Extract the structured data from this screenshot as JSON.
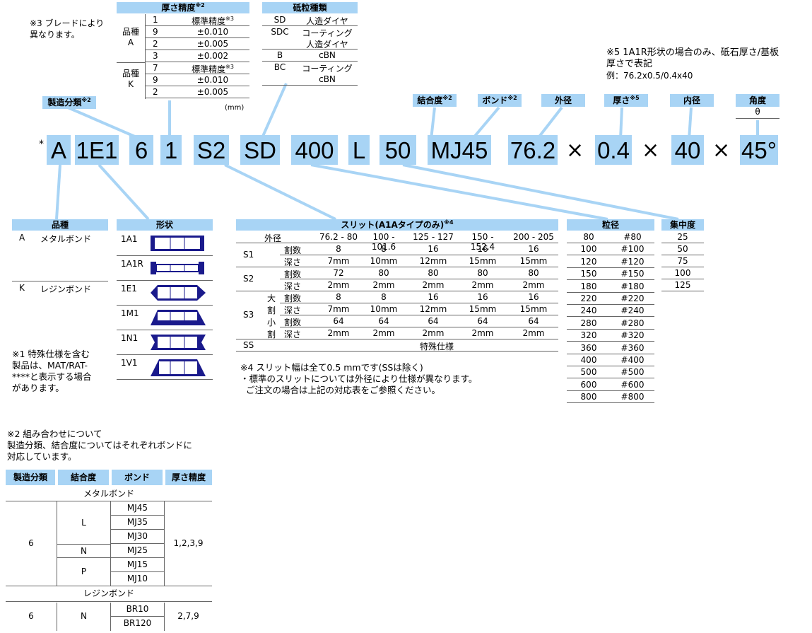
{
  "note3": [
    "※3 ブレードにより",
    "異なります。"
  ],
  "thickness": {
    "header": "厚さ精度",
    "header_sup": "※2",
    "groupA": [
      "品種",
      "A"
    ],
    "groupK": [
      "品種",
      "K"
    ],
    "rowsA": [
      [
        "1",
        "標準精度"
      ],
      [
        "9",
        "±0.010"
      ],
      [
        "2",
        "±0.005"
      ],
      [
        "3",
        "±0.002"
      ]
    ],
    "rowsK": [
      [
        "7",
        "標準精度"
      ],
      [
        "9",
        "±0.010"
      ],
      [
        "2",
        "±0.005"
      ]
    ],
    "std_sup": "※3",
    "unit": "(mm)"
  },
  "abrasive": {
    "header": "砥粒種類",
    "rows": [
      [
        "SD",
        "人造ダイヤ"
      ],
      [
        "SDC",
        "コーティング"
      ],
      [
        "",
        "人造ダイヤ"
      ],
      [
        "B",
        "cBN"
      ],
      [
        "BC",
        "コーティング"
      ],
      [
        "",
        "cBN"
      ]
    ]
  },
  "note5": [
    "※5 1A1R形状の場合のみ、砥石厚さ/基板",
    "厚さで表記",
    "例：76.2x0.5/0.4x40"
  ],
  "labels": {
    "mfg": "製造分類",
    "mfg_sup": "※2",
    "grade": "結合度",
    "grade_sup": "※2",
    "bond": "ボンド",
    "bond_sup": "※2",
    "od": "外径",
    "thick": "厚さ",
    "thick_sup": "※5",
    "id": "内径",
    "angle": "角度",
    "theta": "θ"
  },
  "code": {
    "star": "*",
    "parts": [
      "A",
      "1E1",
      "6",
      "1",
      "S2",
      "SD",
      "400",
      "L",
      "50",
      "MJ45",
      "76.2",
      "0.4",
      "40",
      "45°"
    ],
    "times": "×"
  },
  "kind": {
    "header": "品種",
    "rows": [
      [
        "A",
        "メタルボンド"
      ],
      [
        "K",
        "レジンボンド"
      ]
    ]
  },
  "shape": {
    "header": "形状",
    "items": [
      "1A1",
      "1A1R",
      "1E1",
      "1M1",
      "1N1",
      "1V1"
    ]
  },
  "slit": {
    "header": "スリット(A1Aタイプのみ)",
    "header_sup": "※4",
    "od_label": "外径",
    "cols": [
      "76.2 - 80",
      "100 - 101.6",
      "125 - 127",
      "150 - 152.4",
      "200 - 205"
    ],
    "S1": {
      "label": "S1",
      "rows": [
        [
          "割数",
          "8",
          "8",
          "16",
          "16",
          "16"
        ],
        [
          "深さ",
          "7mm",
          "10mm",
          "12mm",
          "15mm",
          "15mm"
        ]
      ]
    },
    "S2": {
      "label": "S2",
      "rows": [
        [
          "割数",
          "72",
          "80",
          "80",
          "80",
          "80"
        ],
        [
          "深さ",
          "2mm",
          "2mm",
          "2mm",
          "2mm",
          "2mm"
        ]
      ]
    },
    "S3": {
      "label": "S3",
      "big": [
        "大",
        "割"
      ],
      "small": [
        "小",
        "割"
      ],
      "rows": [
        [
          "割数",
          "8",
          "8",
          "16",
          "16",
          "16"
        ],
        [
          "深さ",
          "7mm",
          "10mm",
          "12mm",
          "15mm",
          "15mm"
        ],
        [
          "割数",
          "64",
          "64",
          "64",
          "64",
          "64"
        ],
        [
          "深さ",
          "2mm",
          "2mm",
          "2mm",
          "2mm",
          "2mm"
        ]
      ]
    },
    "SS": [
      "SS",
      "特殊仕様"
    ],
    "note": [
      "※4 スリット幅は全て0.5 mmです(SSは除く)",
      "・標準のスリットについては外径により仕様が異なります。",
      "ご注文の場合は上記の対応表をご参照ください。"
    ]
  },
  "grit": {
    "header": "粒径",
    "rows": [
      [
        "80",
        "#80"
      ],
      [
        "100",
        "#100"
      ],
      [
        "120",
        "#120"
      ],
      [
        "150",
        "#150"
      ],
      [
        "180",
        "#180"
      ],
      [
        "220",
        "#220"
      ],
      [
        "240",
        "#240"
      ],
      [
        "280",
        "#280"
      ],
      [
        "320",
        "#320"
      ],
      [
        "360",
        "#360"
      ],
      [
        "400",
        "#400"
      ],
      [
        "500",
        "#500"
      ],
      [
        "600",
        "#600"
      ],
      [
        "800",
        "#800"
      ]
    ]
  },
  "conc": {
    "header": "集中度",
    "rows": [
      "25",
      "50",
      "75",
      "100",
      "125"
    ]
  },
  "note1": [
    "※1 特殊仕様を含む",
    "製品は、MAT/RAT-",
    "****と表示する場合",
    "があります。"
  ],
  "note2": [
    "※2 組み合わせについて",
    "製造分類、結合度についてはそれぞれボンドに",
    "対応しています。"
  ],
  "combo": {
    "headers": [
      "製造分類",
      "結合度",
      "ボンド",
      "厚さ精度"
    ],
    "metal": "メタルボンド",
    "resin": "レジンボンド",
    "metal_mfg": "6",
    "metal_grades": [
      "L",
      "N",
      "P"
    ],
    "metal_bonds": [
      "MJ45",
      "MJ35",
      "MJ30",
      "MJ25",
      "MJ15",
      "MJ10"
    ],
    "metal_thick": "1,2,3,9",
    "resin_mfg": "6",
    "resin_grade": "N",
    "resin_bonds": [
      "BR10",
      "BR120"
    ],
    "resin_thick": "2,7,9"
  },
  "colors": {
    "accent": "#a8d4f5",
    "shape": "#1a1a8c"
  }
}
